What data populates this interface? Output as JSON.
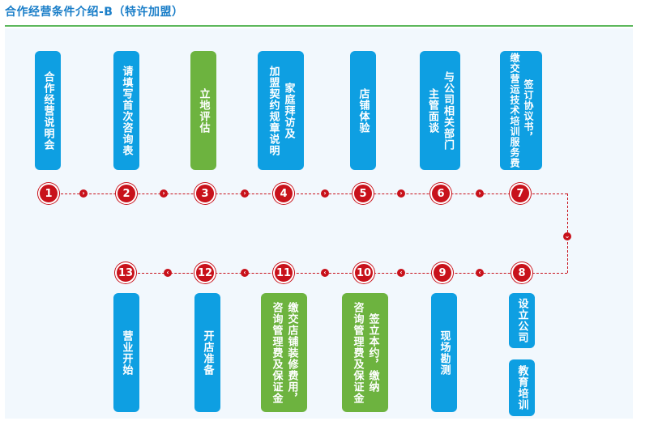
{
  "title": "合作经营条件介绍-B（特许加盟）",
  "steps": [
    {
      "num": "1",
      "lines": [
        "合作经营说明会"
      ]
    },
    {
      "num": "2",
      "lines": [
        "请填写首次咨询表"
      ]
    },
    {
      "num": "3",
      "lines": [
        "立地评估"
      ]
    },
    {
      "num": "4",
      "lines": [
        "家庭拜访及",
        "加盟契约规章说明"
      ]
    },
    {
      "num": "5",
      "lines": [
        "店铺体验"
      ]
    },
    {
      "num": "6",
      "lines": [
        "与公司相关部门",
        "主管面谈"
      ]
    },
    {
      "num": "7",
      "lines": [
        "签订协议书，",
        "缴交营运技术培训服务费"
      ]
    },
    {
      "num": "8",
      "lines": [
        "设立公司"
      ],
      "extra": [
        "教育培训"
      ]
    },
    {
      "num": "9",
      "lines": [
        "现场勘测"
      ]
    },
    {
      "num": "10",
      "lines": [
        "签立本约，缴纳",
        "咨询管理费及保证金"
      ]
    },
    {
      "num": "11",
      "lines": [
        "缴交店铺装修费用，",
        "咨询管理费及保证金"
      ]
    },
    {
      "num": "12",
      "lines": [
        "开店准备"
      ]
    },
    {
      "num": "13",
      "lines": [
        "营业开始"
      ]
    }
  ],
  "colors": {
    "blue": "#0e9fe2",
    "green": "#6db33f",
    "red": "#c8121b",
    "title": "#1a7ec8",
    "rule": "#5cb85c"
  }
}
